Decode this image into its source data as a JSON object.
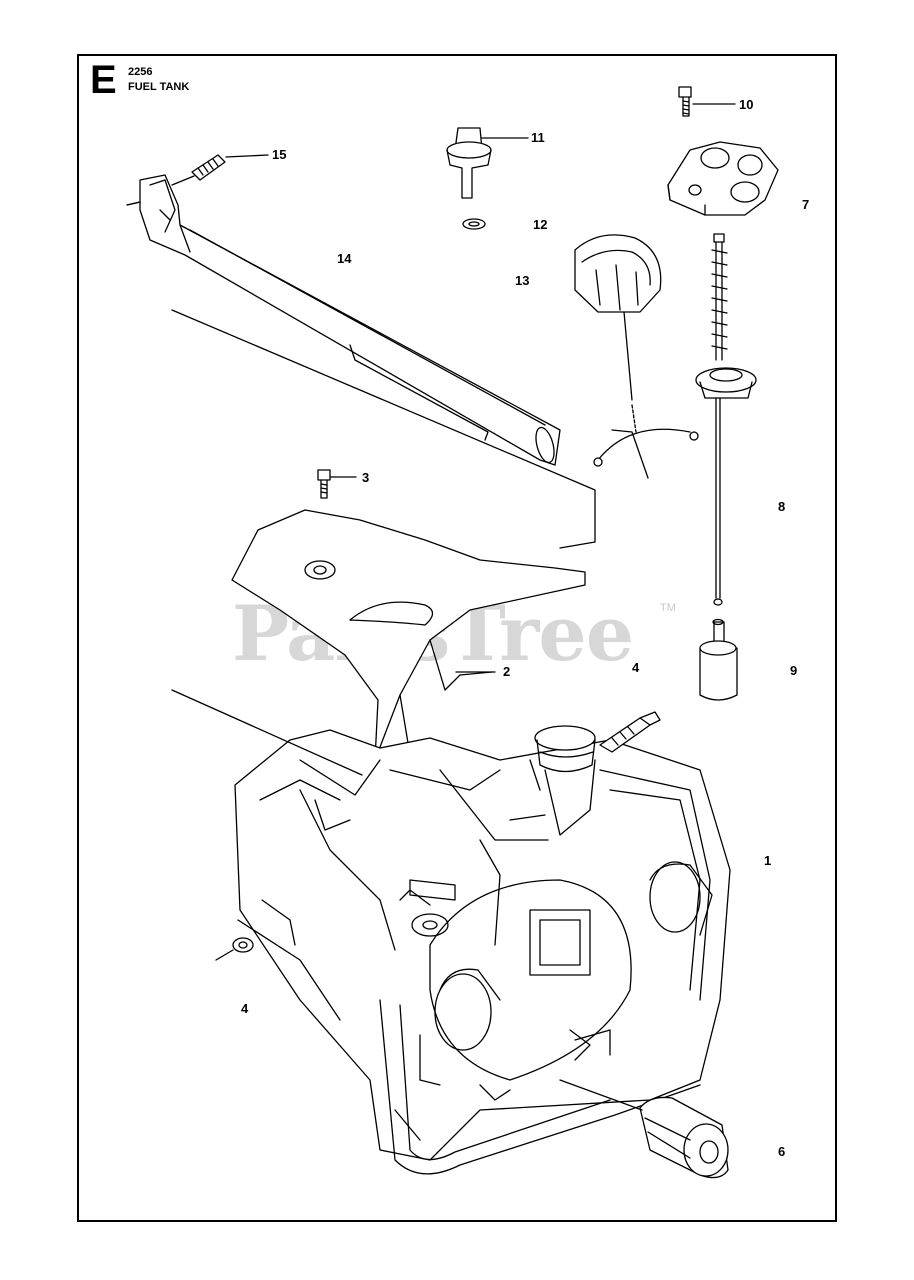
{
  "header": {
    "section_letter": "E",
    "model": "2256",
    "title": "FUEL TANK"
  },
  "watermark": {
    "text": "PartsTree",
    "trademark": "TM"
  },
  "callouts": [
    "1",
    "2",
    "3",
    "4",
    "4",
    "6",
    "7",
    "8",
    "9",
    "10",
    "11",
    "12",
    "13",
    "14",
    "15"
  ]
}
